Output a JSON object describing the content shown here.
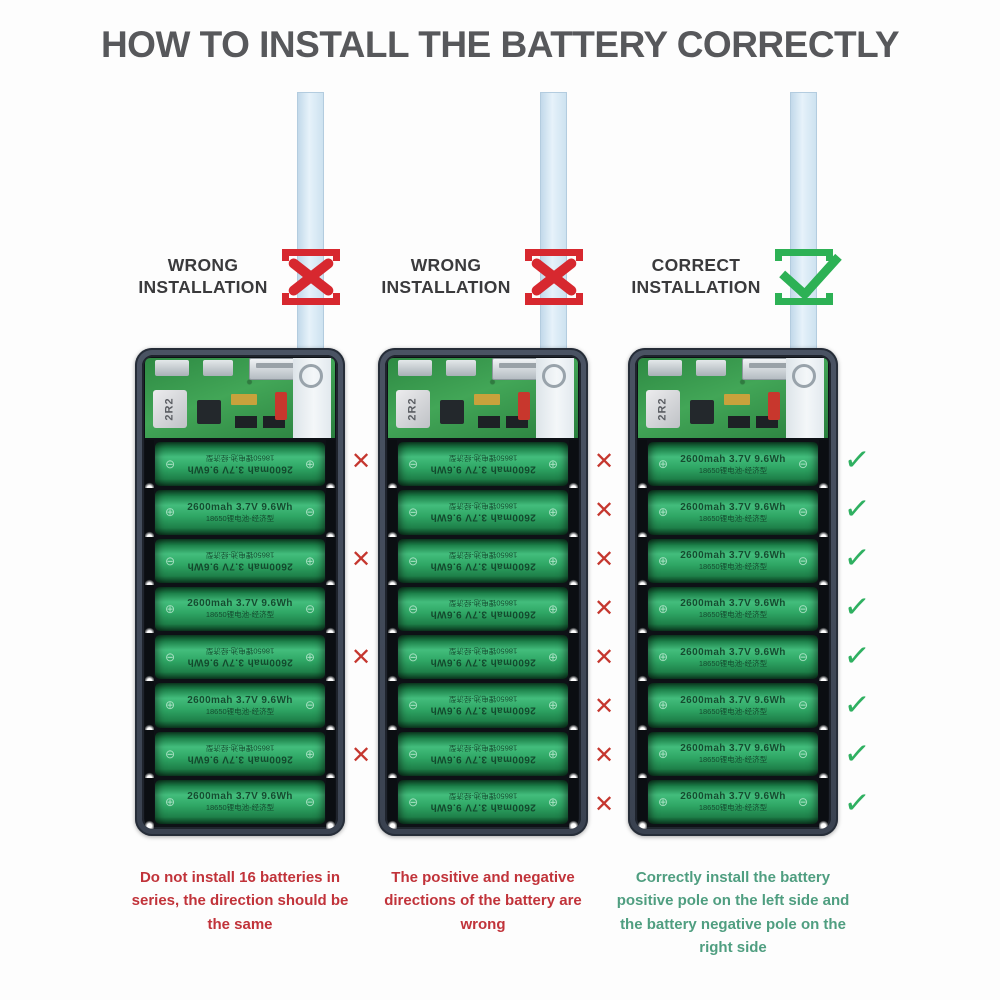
{
  "title": "HOW TO INSTALL THE BATTERY CORRECTLY",
  "battery": {
    "line1": "2600mah  3.7V  9.6Wh",
    "line2": "18650锂电池-经济型",
    "positive_symbol": "⊕",
    "negative_symbol": "⊖"
  },
  "board": {
    "inductor_label": "2R2"
  },
  "marks": {
    "x": "✕",
    "check": "✓",
    "none": ""
  },
  "colors": {
    "wrong_red": "#d7282f",
    "correct_green": "#2db155",
    "caption_red": "#c1333a",
    "caption_green": "#4f9e80",
    "strap_blue": "#d9e8f3",
    "case_gray": "#3f4757",
    "battery_green": "#2fa765"
  },
  "columns": [
    {
      "label_line1": "WRONG",
      "label_line2": "INSTALLATION",
      "result": "wrong",
      "caption": "Do not install 16 batteries in series, the direction should be the same",
      "rows": [
        {
          "flipped": true,
          "mark": "x"
        },
        {
          "flipped": false,
          "mark": "none"
        },
        {
          "flipped": true,
          "mark": "x"
        },
        {
          "flipped": false,
          "mark": "none"
        },
        {
          "flipped": true,
          "mark": "x"
        },
        {
          "flipped": false,
          "mark": "none"
        },
        {
          "flipped": true,
          "mark": "x"
        },
        {
          "flipped": false,
          "mark": "none"
        }
      ]
    },
    {
      "label_line1": "WRONG",
      "label_line2": "INSTALLATION",
      "result": "wrong",
      "caption": "The positive and negative directions of the battery are wrong",
      "rows": [
        {
          "flipped": true,
          "mark": "x"
        },
        {
          "flipped": true,
          "mark": "x"
        },
        {
          "flipped": true,
          "mark": "x"
        },
        {
          "flipped": true,
          "mark": "x"
        },
        {
          "flipped": true,
          "mark": "x"
        },
        {
          "flipped": true,
          "mark": "x"
        },
        {
          "flipped": true,
          "mark": "x"
        },
        {
          "flipped": true,
          "mark": "x"
        }
      ]
    },
    {
      "label_line1": "CORRECT",
      "label_line2": "INSTALLATION",
      "result": "correct",
      "caption": "Correctly install the battery positive pole on the left side and the battery negative pole on the right side",
      "rows": [
        {
          "flipped": false,
          "mark": "check"
        },
        {
          "flipped": false,
          "mark": "check"
        },
        {
          "flipped": false,
          "mark": "check"
        },
        {
          "flipped": false,
          "mark": "check"
        },
        {
          "flipped": false,
          "mark": "check"
        },
        {
          "flipped": false,
          "mark": "check"
        },
        {
          "flipped": false,
          "mark": "check"
        },
        {
          "flipped": false,
          "mark": "check"
        }
      ]
    }
  ]
}
